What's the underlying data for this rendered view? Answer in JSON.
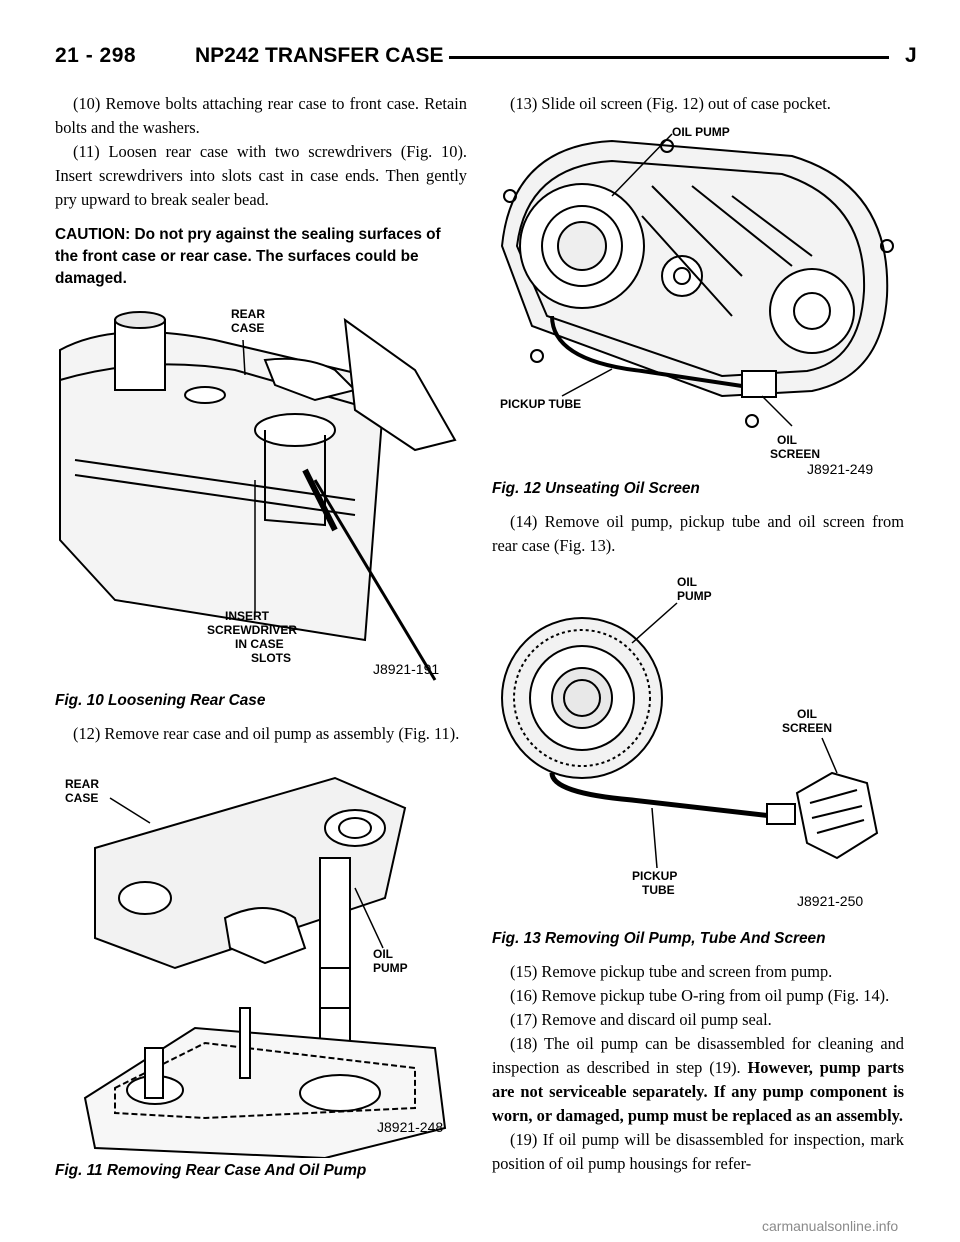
{
  "header": {
    "page_number": "21 - 298",
    "title": "NP242 TRANSFER CASE",
    "letter": "J"
  },
  "left": {
    "p1": "(10) Remove bolts attaching rear case to front case. Retain bolts and the washers.",
    "p2": "(11) Loosen rear case with two screwdrivers (Fig. 10). Insert screwdrivers into slots cast in case ends. Then gently pry upward to break sealer bead.",
    "caution": "CAUTION: Do not pry against the sealing surfaces of the front case or rear case. The surfaces could be damaged.",
    "fig10": {
      "label_rear_case": [
        "REAR",
        "CASE"
      ],
      "label_insert": [
        "INSERT",
        "SCREWDRIVER",
        "IN CASE",
        "SLOTS"
      ],
      "code": "J8921-191",
      "caption": "Fig. 10 Loosening Rear Case"
    },
    "p3": "(12) Remove rear case and oil pump as assembly (Fig. 11).",
    "fig11": {
      "label_rear_case": [
        "REAR",
        "CASE"
      ],
      "label_oil_pump": [
        "OIL",
        "PUMP"
      ],
      "code": "J8921-248",
      "caption": "Fig. 11 Removing Rear Case And Oil Pump"
    }
  },
  "right": {
    "p1": "(13) Slide oil screen (Fig. 12) out of case pocket.",
    "fig12": {
      "label_oil_pump": "OIL PUMP",
      "label_pickup_tube": "PICKUP TUBE",
      "label_oil_screen": [
        "OIL",
        "SCREEN"
      ],
      "code": "J8921-249",
      "caption": "Fig. 12 Unseating Oil Screen"
    },
    "p2": "(14) Remove oil pump, pickup tube and oil screen from rear case (Fig. 13).",
    "fig13": {
      "label_oil_pump": [
        "OIL",
        "PUMP"
      ],
      "label_oil_screen": [
        "OIL",
        "SCREEN"
      ],
      "label_pickup_tube": [
        "PICKUP",
        "TUBE"
      ],
      "code": "J8921-250",
      "caption": "Fig. 13 Removing Oil Pump, Tube And Screen"
    },
    "p3": "(15) Remove pickup tube and screen from pump.",
    "p4": "(16) Remove pickup tube O-ring from oil pump (Fig. 14).",
    "p5": "(17) Remove and discard oil pump seal.",
    "p6_a": "(18) The oil pump can be disassembled for cleaning and inspection as described in step (19).",
    "p6_b": "However, pump parts are not serviceable separately. If any pump component is worn, or damaged, pump must be replaced as an assembly.",
    "p7": "(19) If oil pump will be disassembled for inspection, mark position of oil pump housings for refer-"
  },
  "watermark": "carmanualsonline.info"
}
